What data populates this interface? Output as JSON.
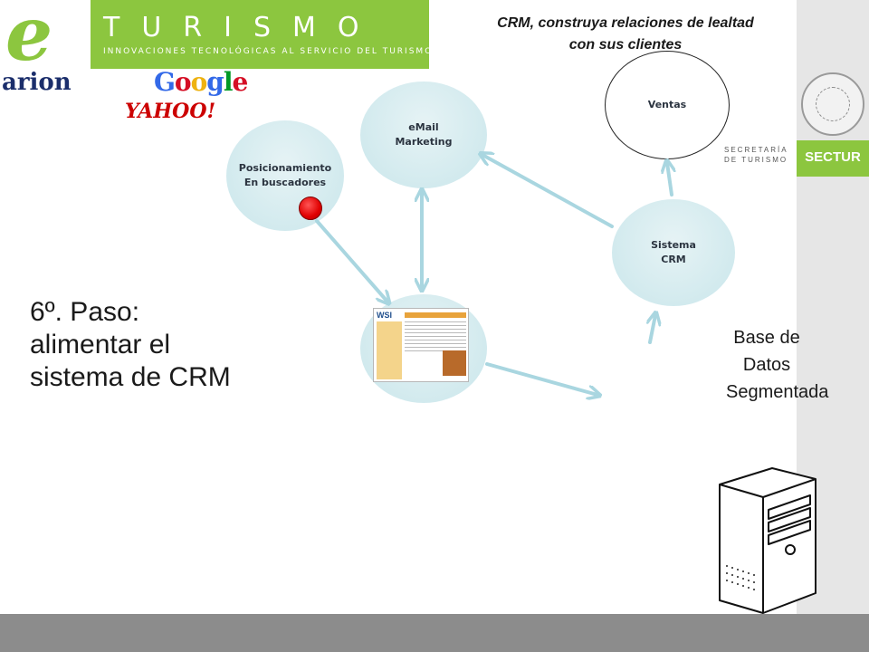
{
  "header": {
    "logo_letter": "e",
    "brand_word": "TURISMO",
    "brand_tagline": "INNOVACIONES TECNOLÓGICAS AL SERVICIO DEL TURISMO",
    "title": "CRM, construya relaciones de lealtad\ncon sus clientes",
    "secretaria": "SECRETARÍA\nDE TURISMO",
    "sectur": "SECTUR"
  },
  "partner_logos": {
    "arion": "arion",
    "google": "Google",
    "yahoo": "YAHOO!"
  },
  "diagram": {
    "nodes": {
      "posicionamiento": "Posicionamiento\nEn buscadores",
      "email": "eMail\nMarketing",
      "ventas": "Ventas",
      "sistema": "Sistema\nCRM"
    },
    "website_thumbnail": "WSI",
    "database_label": "Base de\nDatos\nSegmentada"
  },
  "step_text": "6º. Paso:\nalimentar el\nsistema de CRM",
  "colors": {
    "brand_green": "#8cc63f",
    "node_fill": "#d2eaee",
    "arrow": "#a9d6e0",
    "marker_red": "#e00000",
    "footer_gray": "#8c8c8c"
  }
}
